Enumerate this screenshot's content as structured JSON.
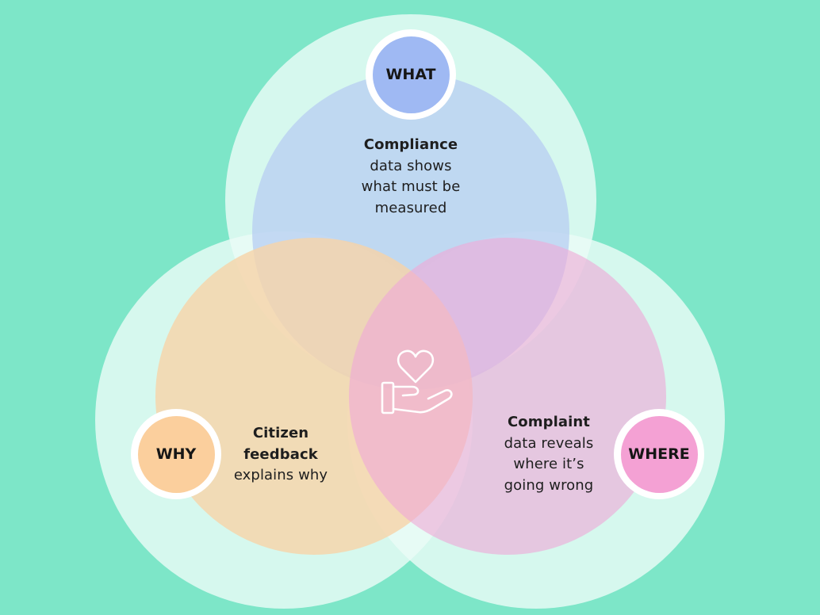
{
  "badges": {
    "what": "WHAT",
    "why": "WHY",
    "where": "WHERE"
  },
  "sections": {
    "compliance": {
      "bold": "Compliance",
      "lines": [
        "data shows",
        "what must be",
        "measured"
      ]
    },
    "citizen": {
      "bold": [
        "Citizen",
        "feedback"
      ],
      "lines": [
        "explains why"
      ]
    },
    "complaint": {
      "bold": "Complaint",
      "lines": [
        "data reveals",
        "where it’s",
        "going wrong"
      ]
    }
  },
  "center_icon": "heart-in-hand-icon",
  "colors": {
    "background": "#7de6c8",
    "what": "#9fb9f3",
    "why": "#fbcf9d",
    "where": "#f4a1d4",
    "outer_ring": "#e5f8f2"
  }
}
